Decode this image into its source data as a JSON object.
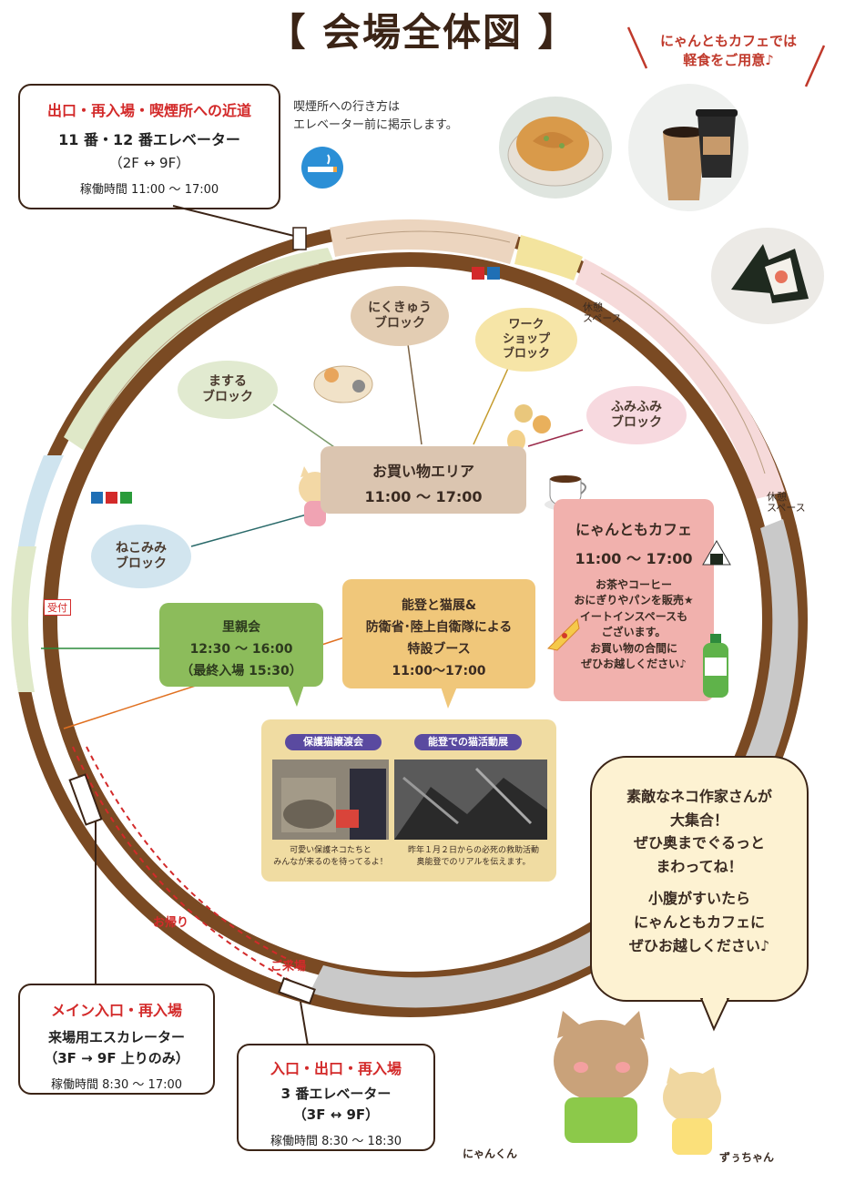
{
  "title": "【 会場全体図 】",
  "cafe_note": {
    "line1": "にゃんともカフェでは",
    "line2": "軽食をご用意♪"
  },
  "smoking": {
    "line1": "喫煙所への行き方は",
    "line2": "エレベーター前に掲示します。"
  },
  "exit_top": {
    "heading": "出口・再入場・喫煙所への近道",
    "elevator": "11 番・12 番エレベーター",
    "floors": "（2F ↔ 9F）",
    "hours": "稼働時間 11:00 〜 17:00"
  },
  "main_entrance": {
    "heading": "メイン入口・再入場",
    "line1": "来場用エスカレーター",
    "line2": "（3F → 9F 上りのみ）",
    "hours": "稼働時間 8:30 〜 17:00"
  },
  "entrance3": {
    "heading": "入口・出口・再入場",
    "line1": "3 番エレベーター",
    "line2": "（3F ↔ 9F）",
    "hours": "稼働時間 8:30 〜 18:30"
  },
  "blocks": {
    "nikukyu": "にくきゅう\nブロック",
    "workshop": "ワーク\nショップ\nブロック",
    "masuru": "まする\nブロック",
    "fumifumi": "ふみふみ\nブロック",
    "nekomimi": "ねこみみ\nブロック"
  },
  "shopping": {
    "title": "お買い物エリア",
    "hours": "11:00 〜 17:00"
  },
  "cafe": {
    "title": "にゃんともカフェ",
    "hours": "11:00 〜 17:00",
    "l1": "お茶やコーヒー",
    "l2": "おにぎりやパンを販売★",
    "l3": "イートインスペースも",
    "l4": "ございます。",
    "l5": "お買い物の合間に",
    "l6": "ぜひお越しください♪"
  },
  "satooya": {
    "title": "里親会",
    "hours": "12:30 〜 16:00",
    "note": "（最終入場 15:30）"
  },
  "noto": {
    "l1": "能登と猫展&",
    "l2": "防衛省･陸上自衛隊による",
    "l3": "特設ブース",
    "hours": "11:00〜17:00"
  },
  "photos": {
    "left_label": "保護猫譲渡会",
    "right_label": "能登での猫活動展",
    "left_cap1": "可愛い保護ネコたちと",
    "left_cap2": "みんなが来るのを待ってるよ！",
    "right_cap1": "昨年１月２日からの必死の救助活動",
    "right_cap2": "奥能登でのリアルを伝えます。"
  },
  "speech": {
    "l1": "素敵なネコ作家さんが",
    "l2": "大集合！",
    "l3": "ぜひ奥までぐるっと",
    "l4": "まわってね！",
    "l5": "小腹がすいたら",
    "l6": "にゃんともカフェに",
    "l7": "ぜひお越しください♪"
  },
  "labels": {
    "rest1": "休憩\nスペース",
    "rest2": "休憩\nスペース",
    "reception": "受付",
    "return": "お帰り",
    "come": "ご来場"
  },
  "characters": {
    "left": "にゃんくん",
    "right": "ずぅちゃん"
  },
  "colors": {
    "ring": "#7a4a23",
    "green_area": "#dfe8c8",
    "tan_area": "#ecd5bf",
    "pink_area": "#f6dada",
    "yellow_area": "#f3e49e",
    "blue_area": "#cfe4ef",
    "accent_red": "#d32a2a"
  }
}
